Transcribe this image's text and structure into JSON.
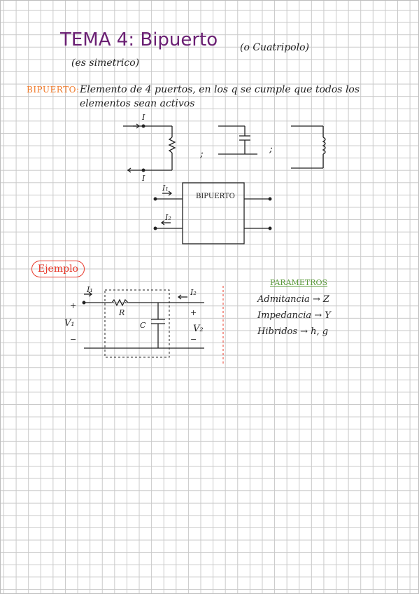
{
  "title": "TEMA 4: Bipuerto",
  "title_note": "(o Cuatripolo)",
  "subtitle": "(es simetrico)",
  "definition": {
    "label": "BIPUERTO:",
    "line1": "Elemento de 4 puertos, en los q se cumple que todos los",
    "line2": "elementos sean activos"
  },
  "diagram_labels": {
    "top_current": "I",
    "bottom_current": "I",
    "separator_1": ";",
    "separator_2": ";",
    "box_text": "BIPUERTO",
    "i1": "I₁",
    "i2": "I₂"
  },
  "example": {
    "label": "Ejemplo",
    "i1": "I₁",
    "i2": "I₂",
    "r": "R",
    "c": "C",
    "plus_left": "+",
    "minus_left": "−",
    "plus_right": "+",
    "minus_right": "−",
    "v1": "V₁",
    "v2": "V₂"
  },
  "parameters": {
    "title": "PARAMETROS",
    "rows": [
      "Admitancia → Z",
      "Impedancia → Y",
      "Hibridos → h, g"
    ]
  },
  "colors": {
    "title": "#6a1f73",
    "definition_label": "#f07a2a",
    "example": "#e8382a",
    "parameters_title": "#5a9a3a",
    "divider": "#e8382a"
  }
}
